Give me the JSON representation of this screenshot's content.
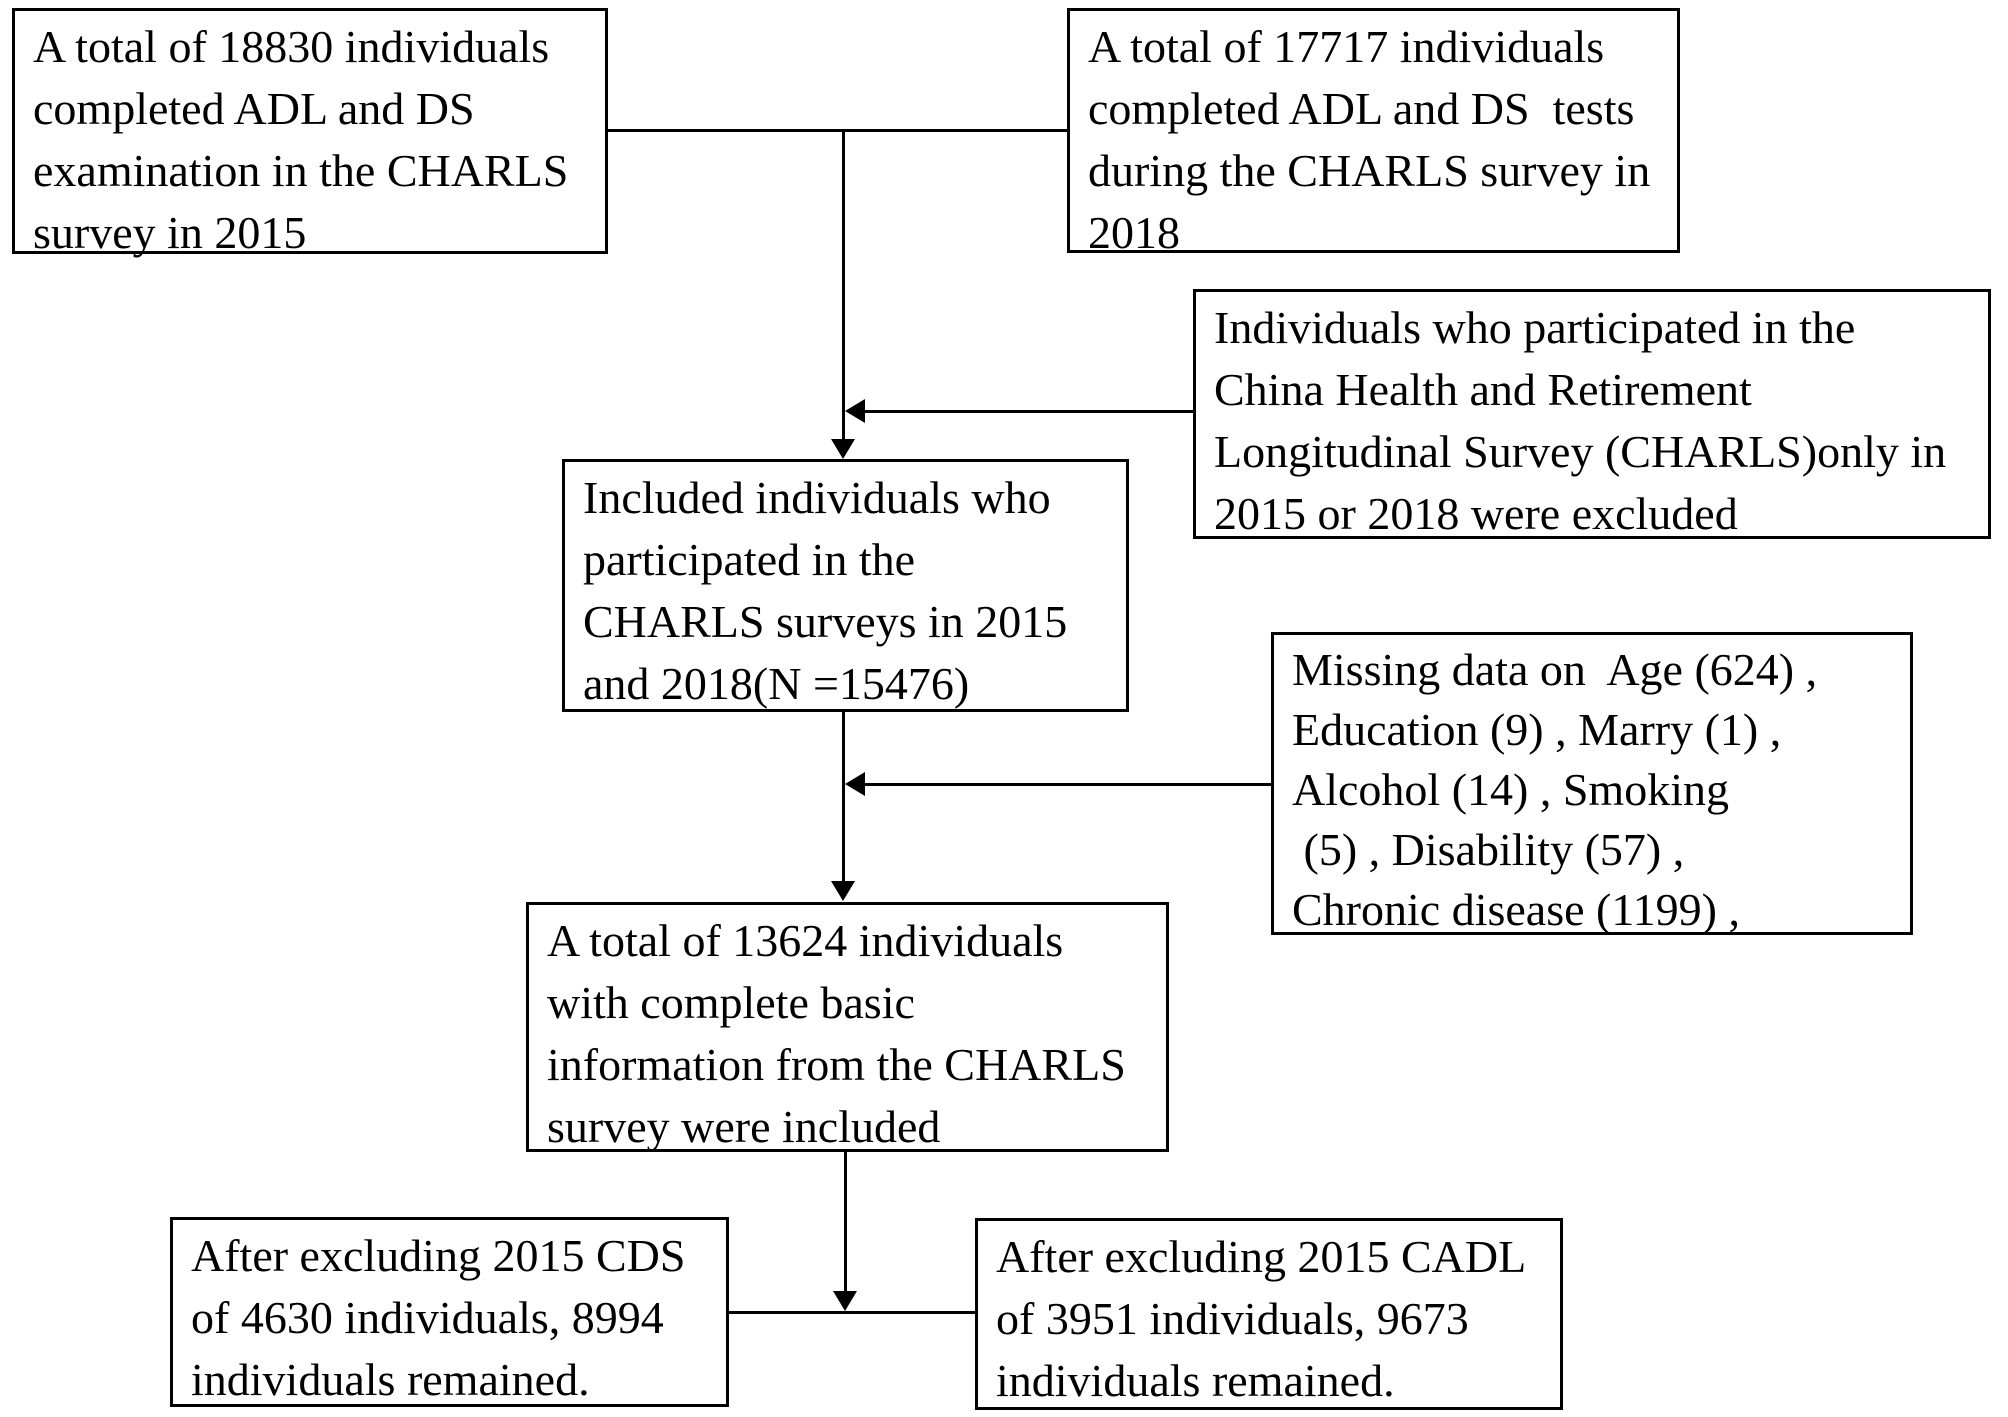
{
  "figure": {
    "type": "flowchart",
    "description_visible_only": "CHARLS participant selection flow diagram",
    "bg_color": "#ffffff",
    "line_color": "#000000",
    "text_color": "#000000"
  },
  "boxes": {
    "adl_ds_2015": {
      "text": "A total of 18830 individuals\ncompleted ADL and DS\nexamination in the CHARLS\nsurvey in 2015"
    },
    "adl_ds_2018": {
      "text": "A total of 17717 individuals\ncompleted ADL and DS  tests\nduring the CHARLS survey in\n2018"
    },
    "excluded_single_wave": {
      "text": "Individuals who participated in the\nChina Health and Retirement\nLongitudinal Survey (CHARLS)only in\n2015 or 2018 were excluded"
    },
    "included_both_waves": {
      "text": "Included individuals who\nparticipated in the\nCHARLS surveys in 2015\nand 2018(N =15476)"
    },
    "missing_data_excluded": {
      "text": "Missing data on  Age (624) ,\nEducation (9) , Marry (1) ,\nAlcohol (14) , Smoking\n (5) , Disability (57) ,\nChronic disease (1199) ,"
    },
    "complete_info": {
      "text": "A total of 13624 individuals\nwith complete basic\ninformation from the CHARLS\nsurvey were included"
    },
    "cds_excluded": {
      "text": "After excluding 2015 CDS\nof 4630 individuals, 8994\nindividuals remained."
    },
    "cadl_excluded": {
      "text": "After excluding 2015 CADL\nof 3951 individuals, 9673\nindividuals remained."
    }
  }
}
